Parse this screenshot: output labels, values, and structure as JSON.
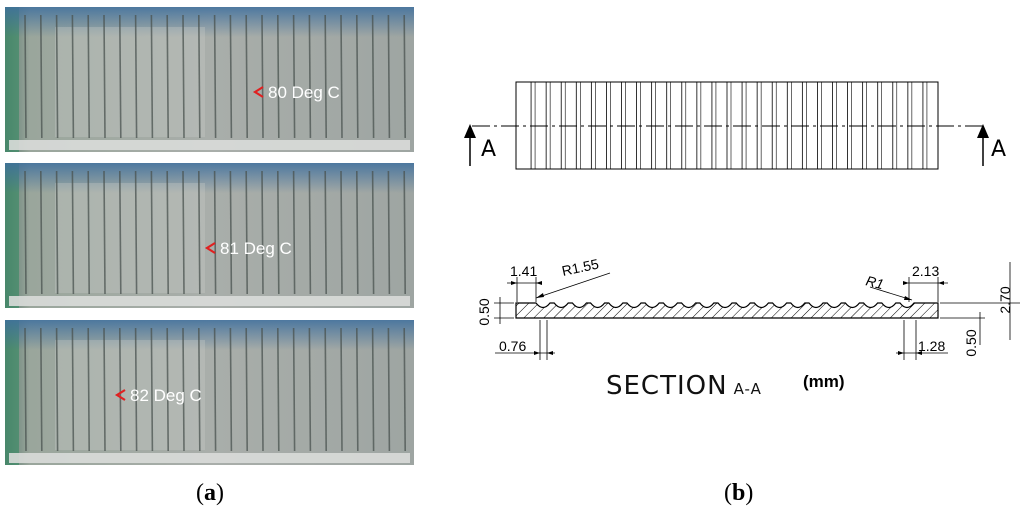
{
  "panels": {
    "a": {
      "label_open": "(",
      "label_letter": "a",
      "label_close": ")",
      "photos": [
        {
          "temp_label": "80 Deg C"
        },
        {
          "temp_label": "81 Deg C"
        },
        {
          "temp_label": "82 Deg C"
        }
      ],
      "accent_color": "#e02020"
    },
    "b": {
      "label_open": "(",
      "label_letter": "b",
      "label_close": ")",
      "section_marker": "A",
      "section_title": "SECTION",
      "section_sub": "A-A",
      "units": "(mm)",
      "dimensions": {
        "d141": "1.41",
        "r155": "R1.55",
        "r1": "R1",
        "d213": "2.13",
        "d270": "2.70",
        "d050_left": "0.50",
        "d050_right": "0.50",
        "d076": "0.76",
        "d128": "1.28"
      }
    }
  }
}
